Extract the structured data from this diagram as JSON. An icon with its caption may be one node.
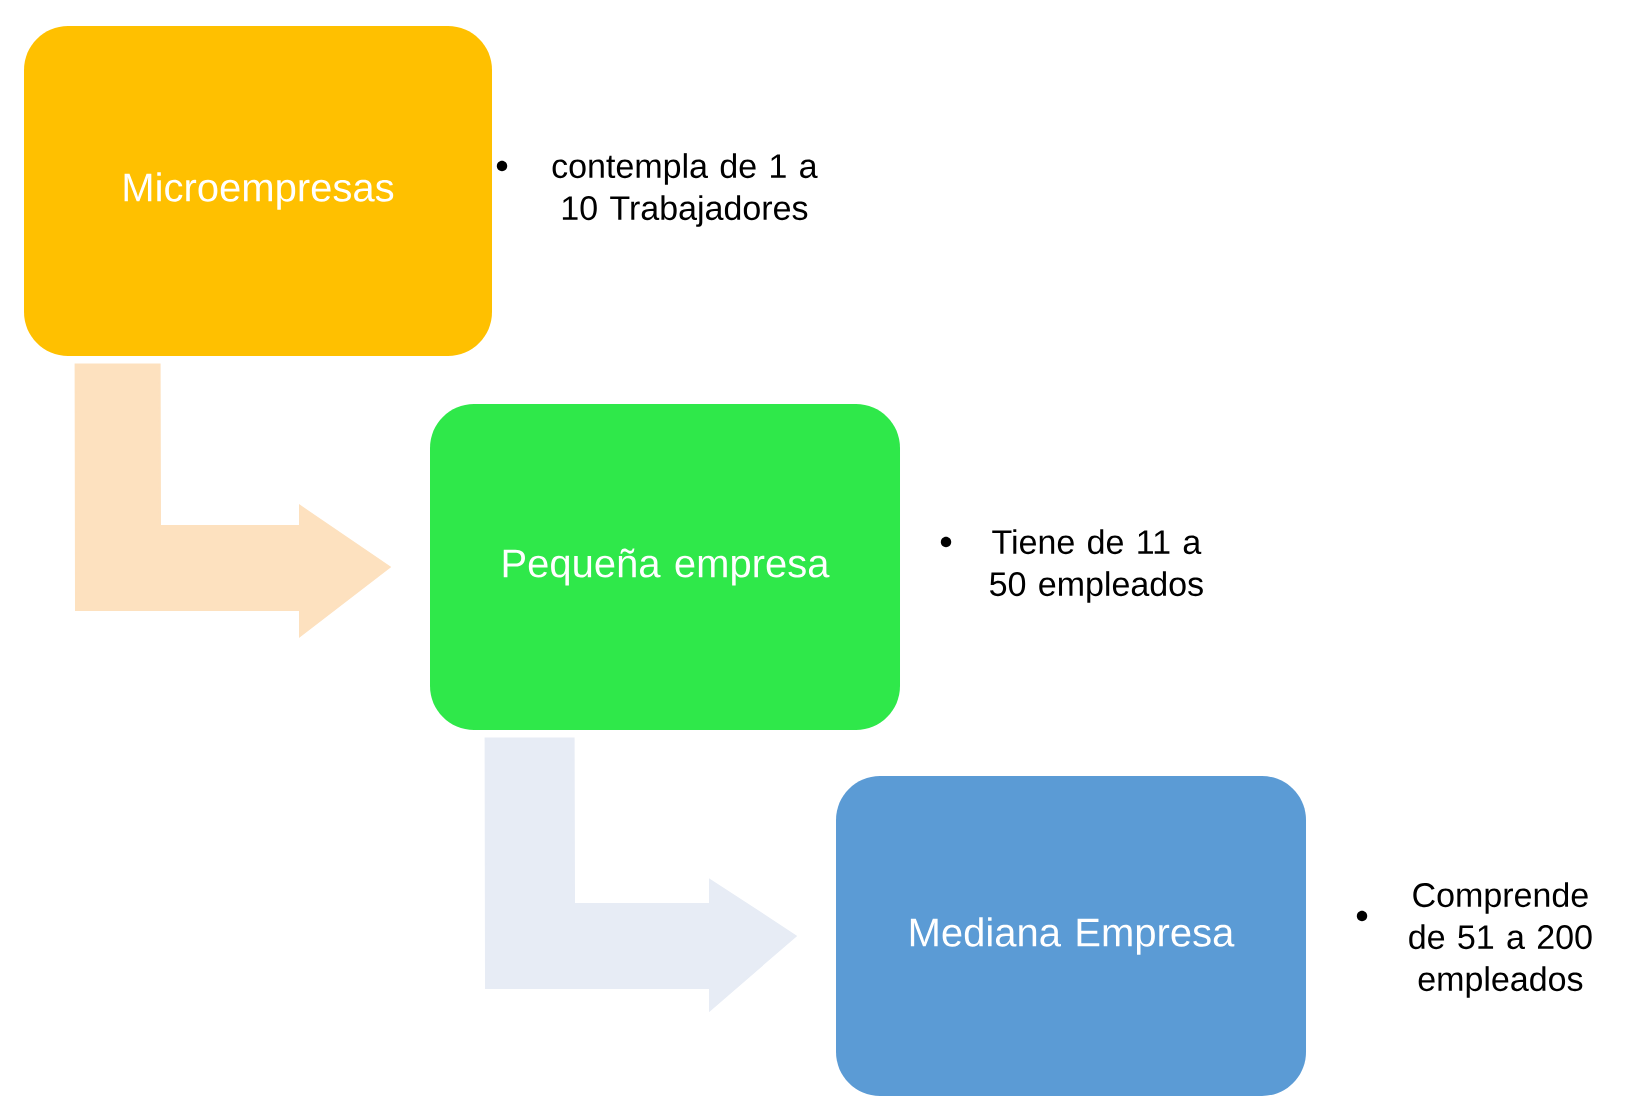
{
  "diagram": {
    "nodes": [
      {
        "text": [
          "Microempresas"
        ],
        "beside": [
          "contempla de 1 a 10 Trabajadores"
        ]
      },
      {
        "text": [
          "Pequeña empresa"
        ],
        "beside": [
          "Tiene de 11 a 50 empleados"
        ]
      },
      {
        "text": [
          "Mediana Empresa"
        ],
        "beside": [
          "Comprende de 51 a 200 empleados"
        ]
      }
    ],
    "edges": [
      {
        "from": 0,
        "to": 1,
        "arrow": "to",
        "style": "thick",
        "color": "#fde1bf"
      },
      {
        "from": 1,
        "to": 2,
        "arrow": "to",
        "style": "thick",
        "color": "#e7ecf5"
      }
    ]
  }
}
